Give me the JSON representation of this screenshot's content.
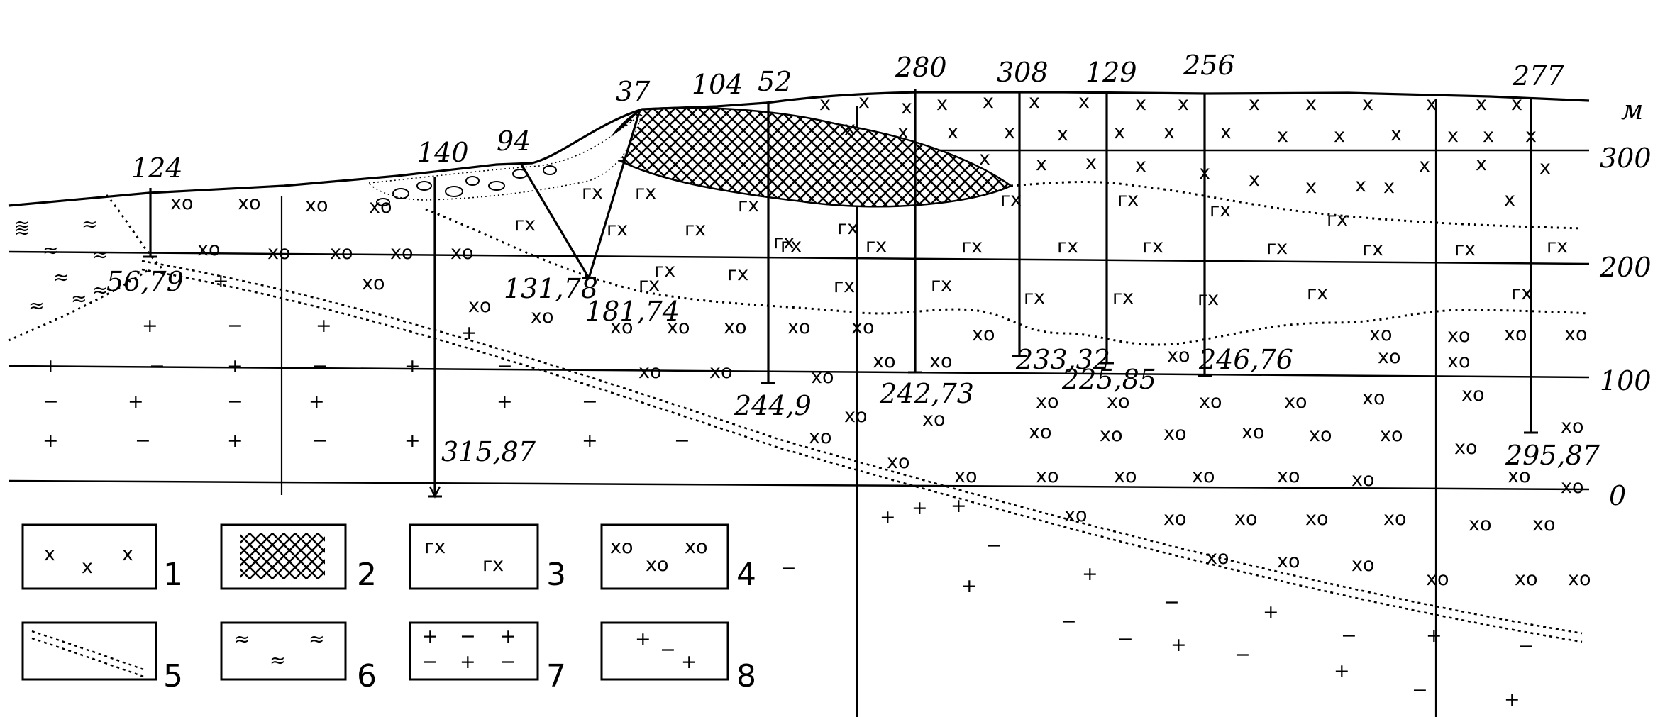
{
  "axis": {
    "unit": "м",
    "ticks": [
      "300",
      "200",
      "100",
      "0"
    ]
  },
  "wells": [
    {
      "id": "124",
      "depth": "56,79"
    },
    {
      "id": "140",
      "depth": "315,87"
    },
    {
      "id": "94",
      "depth": "131,78"
    },
    {
      "id": "37",
      "depth": "181,74"
    },
    {
      "id": "104",
      "depth": ""
    },
    {
      "id": "52",
      "depth": "244,9"
    },
    {
      "id": "280",
      "depth": "242,73"
    },
    {
      "id": "308",
      "depth": "233,32"
    },
    {
      "id": "129",
      "depth": "225,85"
    },
    {
      "id": "256",
      "depth": "246,76"
    },
    {
      "id": "277",
      "depth": "295,87"
    }
  ],
  "symbols": {
    "granite": "х",
    "gabbro": "гх",
    "gneiss": "хо",
    "schist": "≈",
    "plus": "+",
    "minus": "−"
  },
  "legend": [
    {
      "num": "1",
      "pattern": "granite"
    },
    {
      "num": "2",
      "pattern": "crosshatch"
    },
    {
      "num": "3",
      "pattern": "gabbro"
    },
    {
      "num": "4",
      "pattern": "gneiss"
    },
    {
      "num": "5",
      "pattern": "fault-zone"
    },
    {
      "num": "6",
      "pattern": "schist"
    },
    {
      "num": "7",
      "pattern": "plus-minus"
    },
    {
      "num": "8",
      "pattern": "sparse-signs"
    }
  ]
}
